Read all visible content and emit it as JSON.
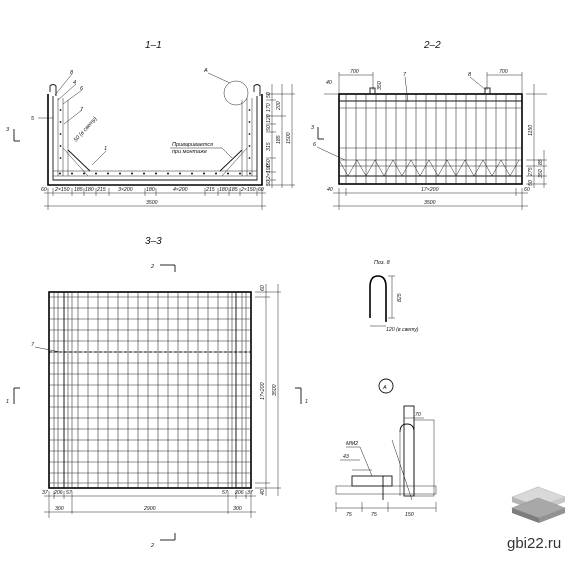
{
  "titles": {
    "sec11": "1–1",
    "sec22": "2–2",
    "sec33": "3–3",
    "pos8": "Поз. 8",
    "nodeA": "А"
  },
  "section11": {
    "callouts": [
      "8",
      "4",
      "6",
      "5",
      "7",
      "1",
      "А"
    ],
    "note": [
      "Приваривается",
      "при монтаже"
    ],
    "angle_label": "50 (в свету)",
    "bottom_dims": [
      "60",
      "2×150",
      "185",
      "180",
      "215",
      "3×200",
      "180",
      "4×200",
      "215",
      "180",
      "185",
      "2×150",
      "60"
    ],
    "overall": "3500",
    "right_dims": [
      "50",
      "170",
      "120",
      "50",
      "315",
      "150",
      "2×190",
      "50",
      "1500",
      "200",
      "185"
    ],
    "cut_label": "3"
  },
  "section22": {
    "top_dims": [
      "700",
      "350",
      "700"
    ],
    "callouts": [
      "7",
      "8",
      "6"
    ],
    "left_dims": [
      "40"
    ],
    "bottom_dims": [
      "40",
      "17×200",
      "60"
    ],
    "overall": "3500",
    "right_dims": [
      "1150",
      "85",
      "275",
      "350",
      "50"
    ],
    "cut_label": "3"
  },
  "section33": {
    "cut_top": "2",
    "cut_bottom": "2",
    "cut_left": "1",
    "cut_right": "1",
    "callout": "7",
    "right_dims": [
      "40",
      "17×200",
      "3500",
      "60"
    ],
    "bottom_row1": [
      "37",
      "206",
      "57",
      "57",
      "206",
      "37"
    ],
    "bottom_row2": [
      "300",
      "2900",
      "300"
    ]
  },
  "pos8": {
    "vert_dim": "825",
    "bottom_dim": "120 (в свету)"
  },
  "nodeA": {
    "label": "ММ2",
    "dims": [
      "70",
      "43",
      "75",
      "75",
      "150"
    ]
  },
  "watermark": "gbi22.ru"
}
